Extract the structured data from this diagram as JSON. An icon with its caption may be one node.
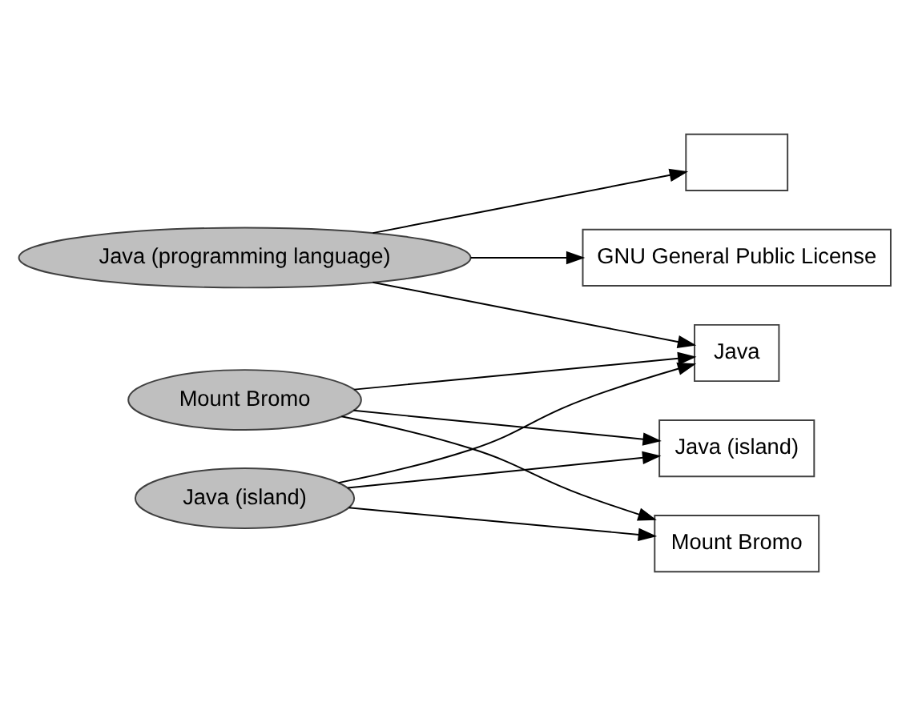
{
  "diagram": {
    "nodes": [
      {
        "text": [
          "GNU General Public License"
        ]
      },
      {
        "text": [
          "Java (programming language)"
        ]
      },
      {
        "text": [],
        "shape": "box"
      },
      {
        "text": [
          "Java"
        ]
      },
      {
        "text": [
          "Java (island)"
        ]
      },
      {
        "text": [
          "Mount Bromo"
        ]
      },
      {
        "text": [
          "Mount Bromo"
        ]
      },
      {
        "text": [
          "Java (island)"
        ]
      }
    ],
    "edges": [
      {
        "from": 1,
        "to": 0,
        "arrow": "to"
      },
      {
        "from": 1,
        "to": 2,
        "arrow": "to"
      },
      {
        "from": 1,
        "to": 3,
        "arrow": "to"
      },
      {
        "from": 4,
        "to": 3,
        "arrow": "to"
      },
      {
        "from": 4,
        "to": 5,
        "arrow": "to"
      },
      {
        "from": 4,
        "to": 7,
        "arrow": "to"
      },
      {
        "from": 6,
        "to": 3,
        "arrow": "to"
      },
      {
        "from": 6,
        "to": 5,
        "arrow": "to"
      },
      {
        "from": 6,
        "to": 7,
        "arrow": "to"
      }
    ]
  }
}
